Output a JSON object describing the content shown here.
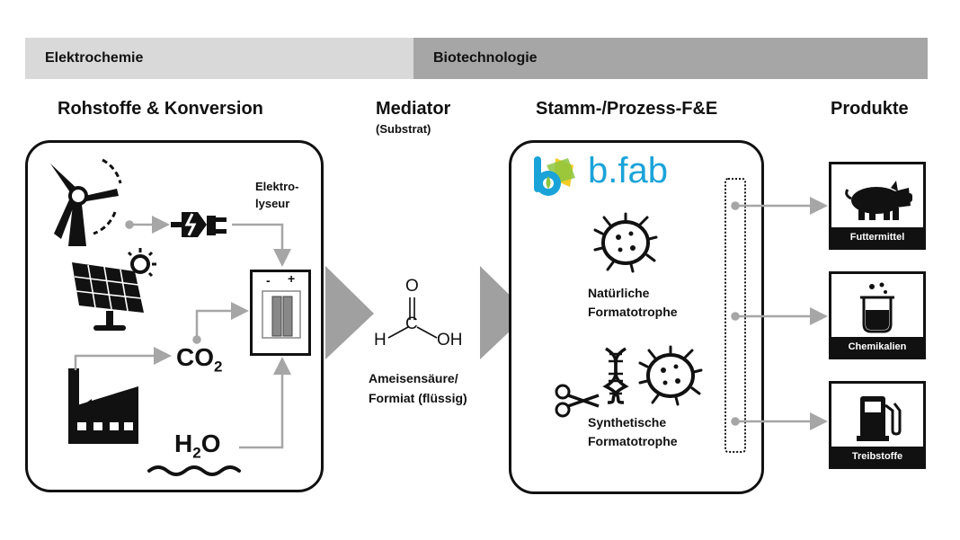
{
  "bands": {
    "left": "Elektrochemie",
    "right": "Biotechnologie"
  },
  "headings": {
    "raw": "Rohstoffe & Konversion",
    "mediator": "Mediator",
    "mediator_sub": "(Substrat)",
    "strain": "Stamm-/Prozess-F&E",
    "products": "Produkte"
  },
  "left_panel": {
    "electrolyser_line1": "Elektro-",
    "electrolyser_line2": "lyseur",
    "cell_minus": "-",
    "cell_plus": "+",
    "co2_main": "CO",
    "co2_sub": "2",
    "h2o_h": "H",
    "h2o_sub": "2",
    "h2o_o": "O"
  },
  "mediator": {
    "atom_o": "O",
    "atom_h": "H",
    "atom_c": "C",
    "atom_oh": "OH",
    "name_line1": "Ameisensäure/",
    "name_line2": "Formiat (flüssig)"
  },
  "right_panel": {
    "logo_text": "b.fab",
    "natural_line1": "Natürliche",
    "natural_line2": "Formatotrophe",
    "synthetic_line1": "Synthetische",
    "synthetic_line2": "Formatotrophe"
  },
  "products": [
    {
      "label": "Futtermittel",
      "icon": "pig-icon"
    },
    {
      "label": "Chemikalien",
      "icon": "beaker-icon"
    },
    {
      "label": "Treibstoffe",
      "icon": "fuel-pump-icon"
    }
  ],
  "colors": {
    "band_left": "#d9d9d9",
    "band_right": "#a6a6a6",
    "arrow_gray": "#a6a6a6",
    "big_arrow": "#a0a0a0",
    "logo_blue": "#1aa3d9",
    "logo_green": "#8cc63f",
    "logo_yellow": "#f2c300",
    "ink": "#111111"
  }
}
